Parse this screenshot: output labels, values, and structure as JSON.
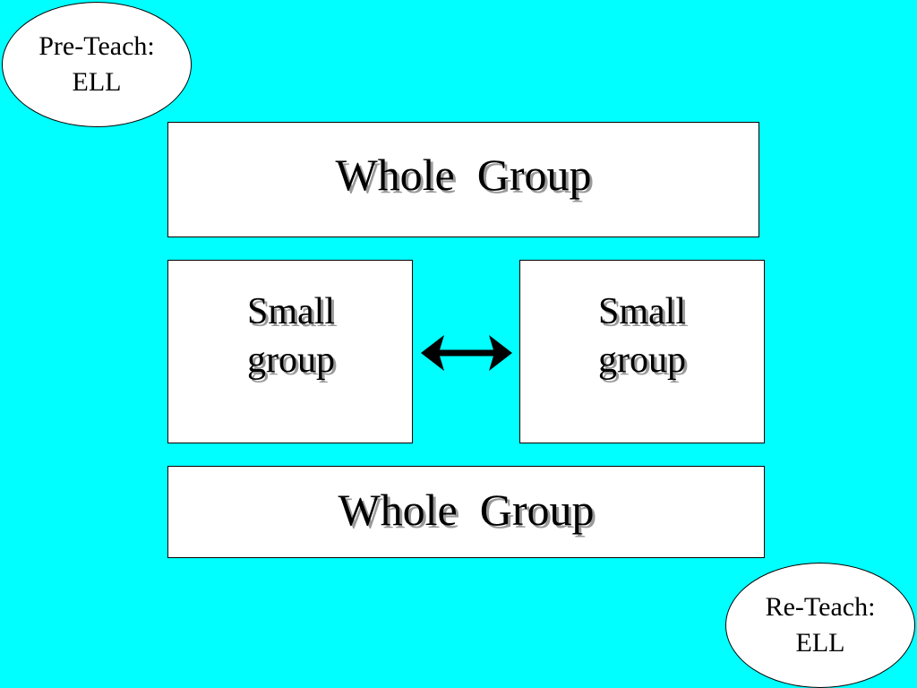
{
  "pre_teach": {
    "line1": "Pre-Teach:",
    "line2": "ELL"
  },
  "re_teach": {
    "line1": "Re-Teach:",
    "line2": "ELL"
  },
  "whole_group_top": {
    "label": "Whole  Group"
  },
  "small_group_left": {
    "line1": "Small",
    "line2": "group"
  },
  "small_group_right": {
    "line1": "Small",
    "line2": "group"
  },
  "whole_group_bottom": {
    "label": "Whole  Group"
  },
  "colors": {
    "background": "#00FFFF",
    "box": "#FFFFFF",
    "text": "#000000"
  },
  "icons": {
    "connector": "double-headed-arrow-icon"
  }
}
